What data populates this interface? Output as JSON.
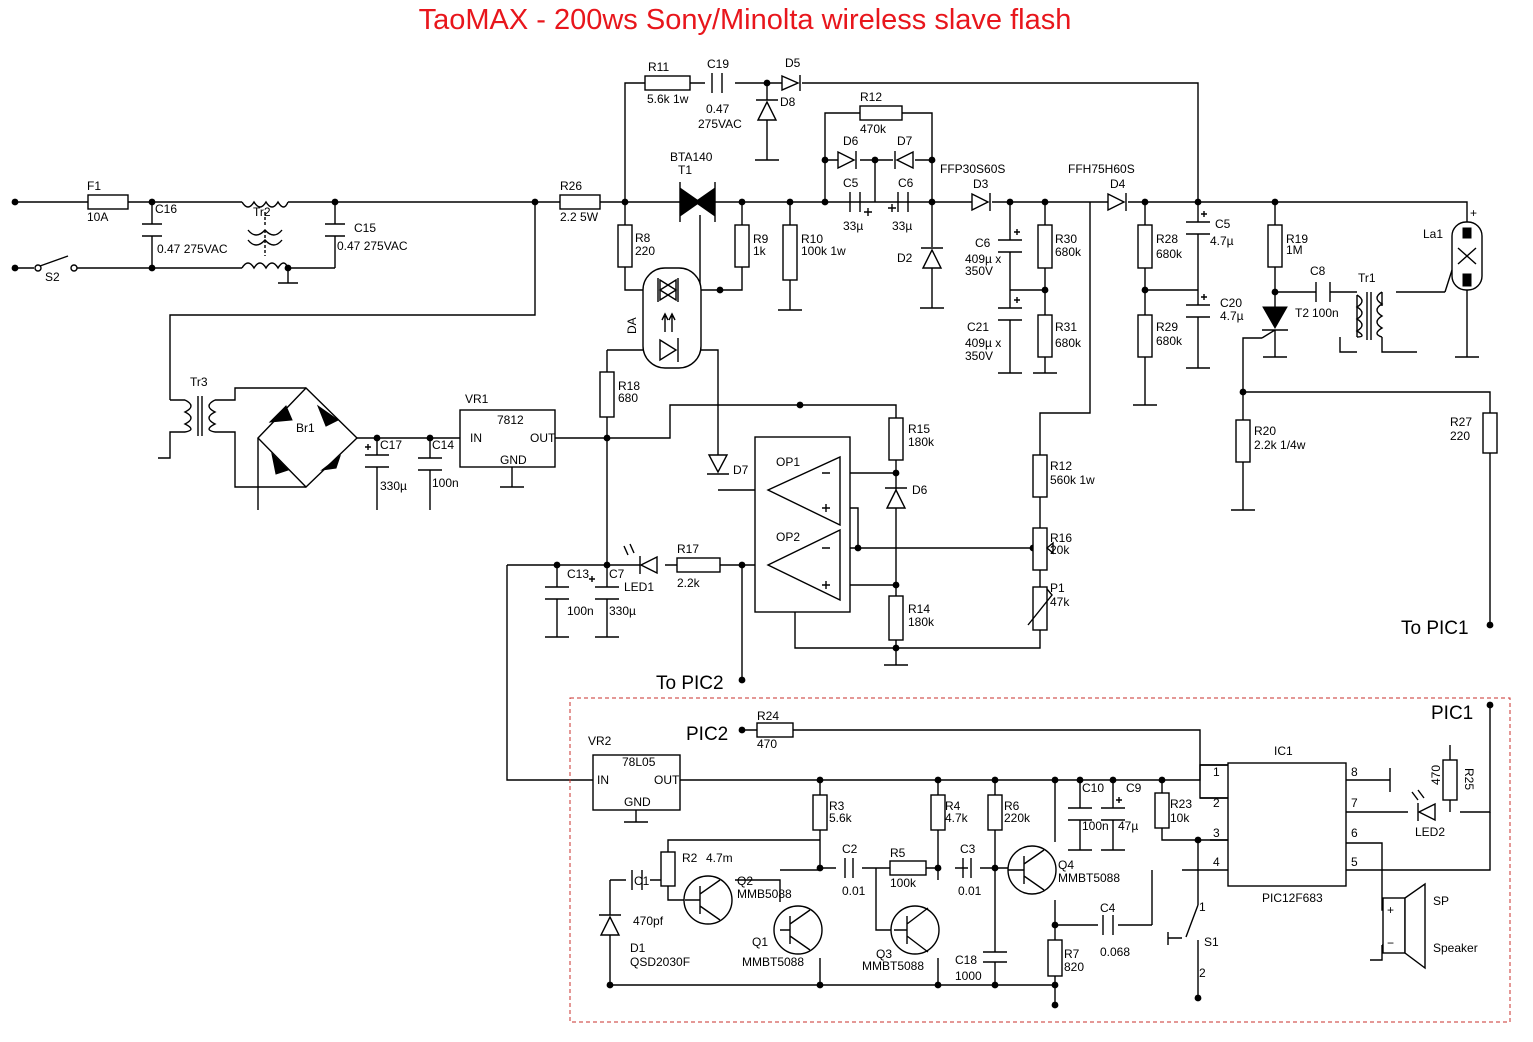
{
  "title": "TaoMAX - 200ws Sony/Minolta wireless slave flash",
  "components": {
    "F1": "F1",
    "F1_val": "10A",
    "C16": "C16",
    "C16_val": "0.47 275VAC",
    "Tr2": "Tr2",
    "C15": "C15",
    "C15_val": "0.47 275VAC",
    "S2": "S2",
    "R26": "R26",
    "R26_val": "2.2 5W",
    "R11": "R11",
    "R11_val": "5.6k 1w",
    "C19": "C19",
    "C19_val1": "0.47",
    "C19_val2": "275VAC",
    "D5": "D5",
    "D8": "D8",
    "R12a": "R12",
    "R12a_val": "470k",
    "D6a": "D6",
    "D7a": "D7",
    "T1_part": "BTA140",
    "T1": "T1",
    "C5a": "C5",
    "C5a_val": "33µ",
    "C6a": "C6",
    "C6a_val": "33µ",
    "D3_part": "FFP30S60S",
    "D3": "D3",
    "D4_part": "FFH75H60S",
    "D4": "D4",
    "R8": "R8",
    "R8_val": "220",
    "R9": "R9",
    "R9_val": "1k",
    "R10": "R10",
    "R10_val": "100k 1w",
    "D2": "D2",
    "C6b": "C6",
    "C6b_val1": "409µ x",
    "C6b_val2": "350V",
    "C21": "C21",
    "C21_val1": "409µ x",
    "C21_val2": "350V",
    "R30": "R30",
    "R30_val": "680k",
    "R31": "R31",
    "R31_val": "680k",
    "R28": "R28",
    "R28_val": "680k",
    "R29": "R29",
    "R29_val": "680k",
    "C5b": "C5",
    "C5b_val": "4.7µ",
    "C20": "C20",
    "C20_val": "4.7µ",
    "R19": "R19",
    "R19_val": "1M",
    "C8": "C8",
    "T2": "T2",
    "T2_val": "100n",
    "Tr1": "Tr1",
    "La1": "La1",
    "R20": "R20",
    "R20_val": "2.2k 1/4w",
    "R27": "R27",
    "R27_val": "220",
    "DA": "DA",
    "Tr3": "Tr3",
    "Br1": "Br1",
    "VR1": "VR1",
    "VR1_part": "7812",
    "IN": "IN",
    "OUT": "OUT",
    "GND": "GND",
    "C17": "C17",
    "C17_val": "330µ",
    "C14": "C14",
    "C14_val": "100n",
    "R18": "R18",
    "R18_val": "680",
    "R15": "R15",
    "R15_val": "180k",
    "D7b": "D7",
    "D6b": "D6",
    "OP1": "OP1",
    "OP2": "OP2",
    "R12b": "R12",
    "R12b_val": "560k 1w",
    "R16": "R16",
    "R16_val": "20k",
    "P1": "P1",
    "P1_val": "47k",
    "R14": "R14",
    "R14_val": "180k",
    "C13": "C13",
    "C13_val": "100n",
    "C7": "C7",
    "C7_val": "330µ",
    "LED1": "LED1",
    "R17": "R17",
    "R17_val": "2.2k",
    "VR2": "VR2",
    "VR2_part": "78L05",
    "R24": "R24",
    "R24_val": "470",
    "IC1": "IC1",
    "IC1_part": "PIC12F683",
    "pin1": "1",
    "pin2": "2",
    "pin3": "3",
    "pin4": "4",
    "pin5": "5",
    "pin6": "6",
    "pin7": "7",
    "pin8": "8",
    "R25": "R25",
    "R25_val": "470",
    "LED2": "LED2",
    "R3": "R3",
    "R3_val": "5.6k",
    "R4": "R4",
    "R4_val": "4.7k",
    "R6": "R6",
    "R6_val": "220k",
    "C10": "C10",
    "C10_val": "100n",
    "C9": "C9",
    "C9_val": "47µ",
    "R23": "R23",
    "R23_val": "10k",
    "R2": "R2",
    "R2_val": "4.7m",
    "C1": "C1",
    "C1_val": "470pf",
    "D1": "D1",
    "D1_part": "QSD2030F",
    "Q2": "Q2",
    "Q2_part": "MMB5088",
    "Q1": "Q1",
    "Q1_part": "MMBT5088",
    "C2": "C2",
    "C2_val": "0.01",
    "R5": "R5",
    "R5_val": "100k",
    "C3": "C3",
    "C3_val": "0.01",
    "Q3": "Q3",
    "Q3_part": "MMBT5088",
    "C18": "C18",
    "C18_val": "1000",
    "Q4": "Q4",
    "Q4_part": "MMBT5088",
    "C4": "C4",
    "C4_val": "0.068",
    "R7": "R7",
    "R7_val": "820",
    "S1": "S1",
    "S1_p1": "1",
    "S1_p2": "2",
    "SP": "SP",
    "Speaker": "Speaker"
  },
  "nets": {
    "to_pic1": "To PIC1",
    "to_pic2": "To PIC2",
    "pic1": "PIC1",
    "pic2": "PIC2"
  }
}
